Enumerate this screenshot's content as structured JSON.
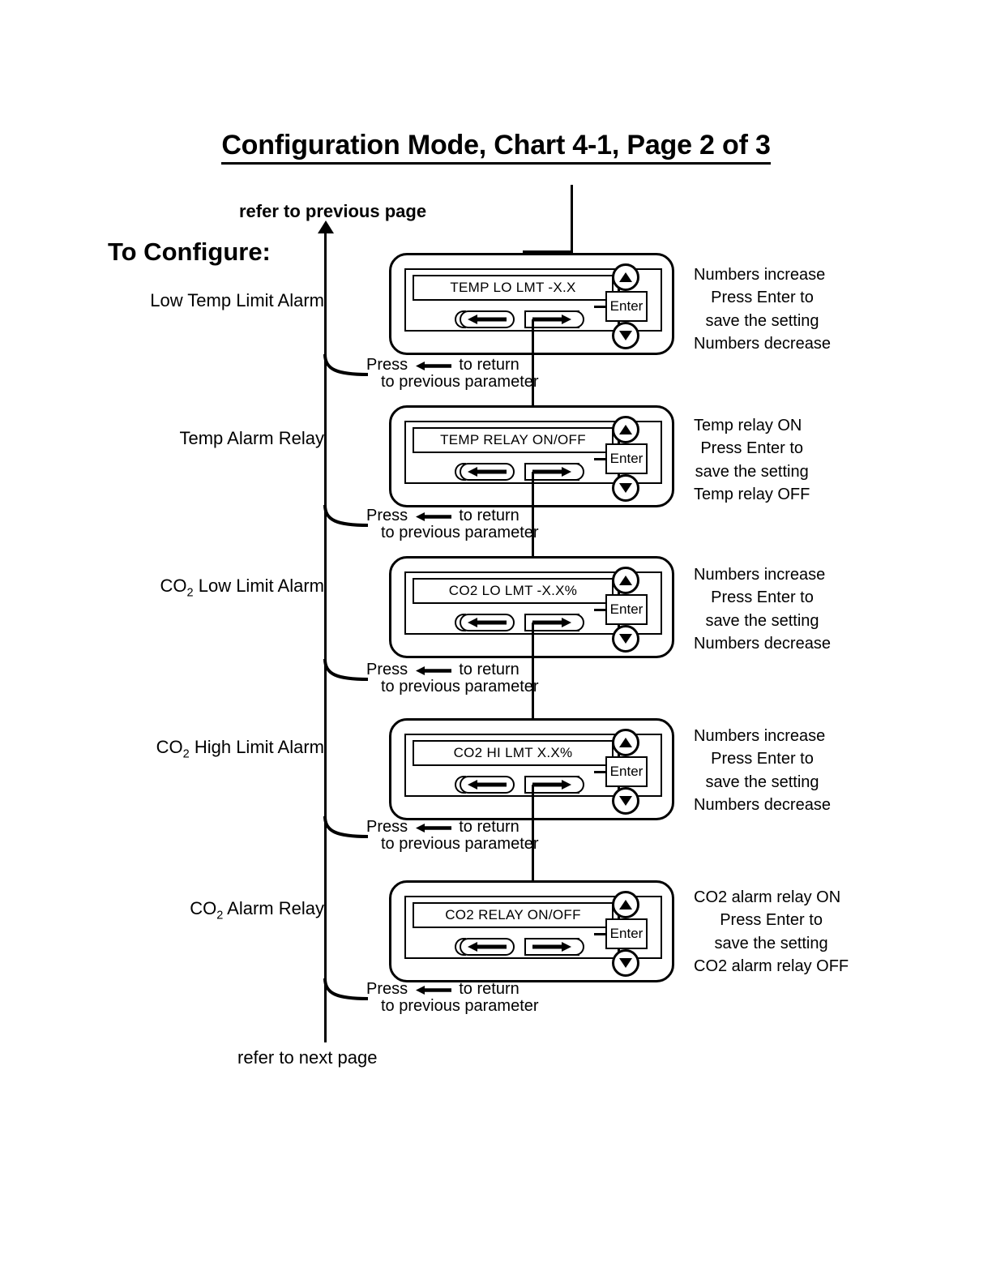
{
  "title": "Configuration Mode, Chart 4-1, Page 2 of 3",
  "headings": {
    "to_configure": "To Configure:",
    "refer_previous": "refer to previous page",
    "refer_next": "refer to next page"
  },
  "return_note": {
    "line1_pre": "Press",
    "line1_post": "to return",
    "line2": "to previous parameter",
    "arrow_icon": "left-arrow-icon"
  },
  "panel_controls": {
    "enter_label": "Enter",
    "up_icon": "up-triangle-icon",
    "down_icon": "down-triangle-icon",
    "left_icon": "left-arrow-icon",
    "right_icon": "right-arrow-icon"
  },
  "steps": [
    {
      "label": "Low Temp Limit Alarm",
      "label_has_sub": false,
      "display": "TEMP LO LMT -X.X",
      "note_top": "Numbers increase",
      "note_mid_1": "Press Enter to",
      "note_mid_2": "save the setting",
      "note_bottom": "Numbers decrease"
    },
    {
      "label": "Temp Alarm Relay",
      "label_has_sub": false,
      "display": "TEMP RELAY ON/OFF",
      "note_top": "Temp relay ON",
      "note_mid_1": "Press Enter to",
      "note_mid_2": "save the setting",
      "note_bottom": "Temp relay OFF"
    },
    {
      "label": "CO2 Low Limit Alarm",
      "label_has_sub": true,
      "label_prefix": "CO",
      "label_sub": "2",
      "label_suffix": " Low Limit Alarm",
      "display": "CO2 LO LMT -X.X%",
      "note_top": "Numbers increase",
      "note_mid_1": "Press Enter to",
      "note_mid_2": "save the setting",
      "note_bottom": "Numbers decrease"
    },
    {
      "label": "CO2 High Limit Alarm",
      "label_has_sub": true,
      "label_prefix": "CO",
      "label_sub": "2",
      "label_suffix": " High Limit Alarm",
      "display": "CO2 HI LMT X.X%",
      "note_top": "Numbers increase",
      "note_mid_1": "Press Enter to",
      "note_mid_2": "save the setting",
      "note_bottom": "Numbers decrease"
    },
    {
      "label": "CO2 Alarm Relay",
      "label_has_sub": true,
      "label_prefix": "CO",
      "label_sub": "2",
      "label_suffix": " Alarm Relay",
      "display": "CO2 RELAY ON/OFF",
      "note_top": "CO2 alarm relay ON",
      "note_mid_1": "Press Enter to",
      "note_mid_2": "save the setting",
      "note_bottom": "CO2 alarm relay OFF"
    }
  ],
  "colors": {
    "ink": "#000000",
    "paper": "#ffffff"
  }
}
